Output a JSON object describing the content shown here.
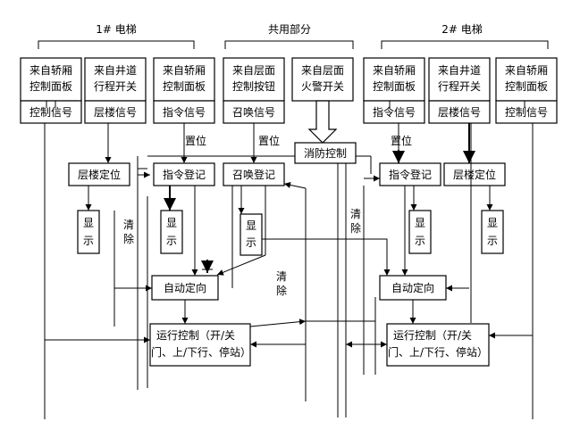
{
  "groups": {
    "left": "1# 电梯",
    "middle": "共用部分",
    "right": "2# 电梯"
  },
  "sources": {
    "l1": [
      "来自轿厢",
      "控制面板"
    ],
    "l2": [
      "来自井道",
      "行程开关"
    ],
    "l3": [
      "来自轿厢",
      "控制面板"
    ],
    "m1": [
      "来自层面",
      "控制按钮"
    ],
    "m2": [
      "来自层面",
      "火警开关"
    ],
    "r1": [
      "来自轿厢",
      "控制面板"
    ],
    "r2": [
      "来自井道",
      "行程开关"
    ],
    "r3": [
      "来自轿厢",
      "控制面板"
    ]
  },
  "signals": {
    "l1": "控制信号",
    "l2": "层楼信号",
    "l3": "指令信号",
    "m1": "召唤信号",
    "r1": "指令信号",
    "r2": "层楼信号",
    "r3": "控制信号"
  },
  "fire_control": "消防控制",
  "set_labels": {
    "l": "置位",
    "m": "置位",
    "r": "置位"
  },
  "blocks": {
    "floor_pos_l": "层楼定位",
    "cmd_reg_l": "指令登记",
    "call_reg": "召唤登记",
    "cmd_reg_r": "指令登记",
    "floor_pos_r": "层楼定位",
    "auto_l": "自动定向",
    "auto_r": "自动定向",
    "run_l": [
      "运行控制（开/关",
      "门、上/下行、停站）"
    ],
    "run_r": [
      "运行控制（开/关",
      "门、上/下行、停站）"
    ]
  },
  "display": [
    "显",
    "示"
  ],
  "clear": [
    "清",
    "除"
  ]
}
